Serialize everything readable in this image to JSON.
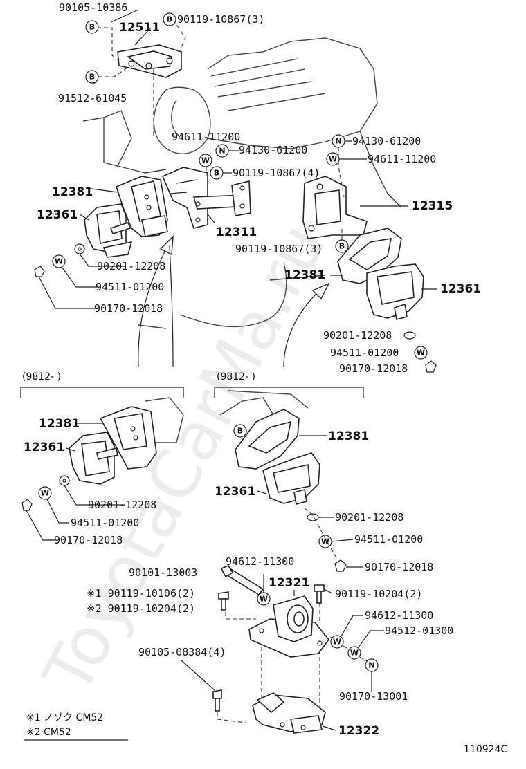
{
  "labels": {
    "p_90105_10386": "90105-10386",
    "p_12511": "12511",
    "p_90119_10867_3a": "90119-10867(3)",
    "p_91512_61045": "91512-61045",
    "p_94611_11200a": "94611-11200",
    "p_94130_61200a": "94130-61200",
    "p_90119_10867_4": "90119-10867(4)",
    "p_94130_61200b": "94130-61200",
    "p_94611_11200b": "94611-11200",
    "p_12381a": "12381",
    "p_12361a": "12361",
    "p_12311": "12311",
    "p_12315": "12315",
    "p_90119_10867_3b": "90119-10867(3)",
    "p_90201_12208a": "90201-12208",
    "p_94511_01200a": "94511-01200",
    "p_90170_12018a": "90170-12018",
    "p_12381b": "12381",
    "p_12361b": "12361",
    "p_90201_12208b": "90201-12208",
    "p_94511_01200b": "94511-01200",
    "p_90170_12018b": "90170-12018",
    "p_9812a": "(9812-         )",
    "p_9812b": "(9812-         )",
    "p_12381c": "12381",
    "p_12361c": "12361",
    "p_90201_12208c": "90201-12208",
    "p_94511_01200c": "94511-01200",
    "p_90170_12018c": "90170-12018",
    "p_12381d": "12381",
    "p_12361d": "12361",
    "p_90201_12208d": "90201-12208",
    "p_94511_01200d": "94511-01200",
    "p_90170_12018d": "90170-12018",
    "p_94612_11300a": "94612-11300",
    "p_90101_13003": "90101-13003",
    "p_12321": "12321",
    "p_90119_10106": "※1 90119-10106(2)",
    "p_90119_10204a": "※2 90119-10204(2)",
    "p_90119_10204b": "90119-10204(2)",
    "p_94612_11300b": "94612-11300",
    "p_94512_01300": "94512-01300",
    "p_90105_08384": "90105-08384(4)",
    "p_90170_13001": "90170-13001",
    "p_12322": "12322"
  },
  "legend": {
    "note1": "※1  ノゾク CM52",
    "note2": "※2  CM52"
  },
  "symbols": {
    "bolt": "B",
    "washer": "W",
    "nut": "N"
  },
  "diagram_id": "110924C",
  "watermark": "ToyotaCarMa.ru"
}
